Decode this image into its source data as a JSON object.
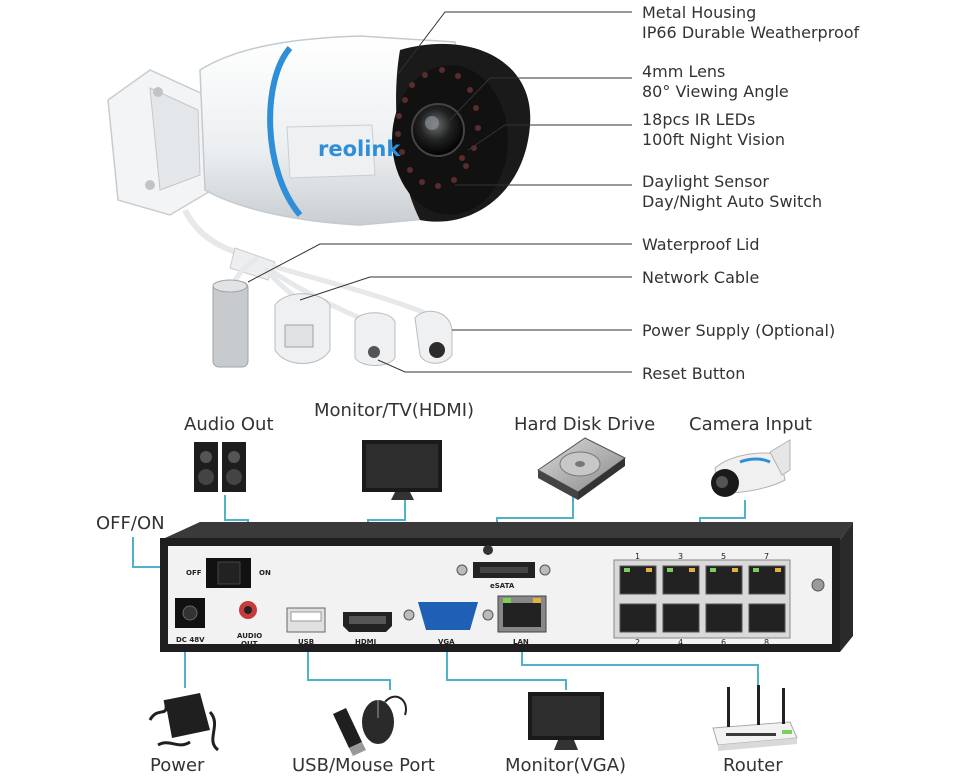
{
  "camera_callouts": [
    {
      "line1": "Metal Housing",
      "line2": "IP66 Durable Weatherproof"
    },
    {
      "line1": "4mm Lens",
      "line2": "80° Viewing Angle"
    },
    {
      "line1": "18pcs IR LEDs",
      "line2": "100ft Night Vision"
    },
    {
      "line1": "Daylight Sensor",
      "line2": "Day/Night Auto Switch"
    },
    {
      "line1": "Waterproof Lid",
      "line2": ""
    },
    {
      "line1": "Network Cable",
      "line2": ""
    },
    {
      "line1": "Power Supply (Optional)",
      "line2": ""
    },
    {
      "line1": "Reset Button",
      "line2": ""
    }
  ],
  "brand_logo": "reolink",
  "nvr_labels": {
    "audio_out": "Audio Out",
    "monitor_hdmi": "Monitor/TV(HDMI)",
    "hard_disk": "Hard Disk Drive",
    "camera_input": "Camera Input",
    "off_on": "OFF/ON",
    "power": "Power",
    "usb_mouse": "USB/Mouse Port",
    "monitor_vga": "Monitor(VGA)",
    "router": "Router"
  },
  "panel_text": {
    "off": "OFF",
    "on": "ON",
    "dc": "DC 48V",
    "audio": "AUDIO",
    "audio2": "OUT",
    "usb": "USB",
    "hdmi": "HDMI",
    "vga": "VGA",
    "esata": "eSATA",
    "lan": "LAN",
    "port_top": [
      "1",
      "3",
      "5",
      "7"
    ],
    "port_bottom": [
      "2",
      "4",
      "6",
      "8"
    ]
  },
  "colors": {
    "leader_line": "#4fb3c8",
    "callout_line": "#333333",
    "nvr_body": "#1e1e1e",
    "panel": "#f2f2f2",
    "accent_blue": "#2e8fd8"
  }
}
